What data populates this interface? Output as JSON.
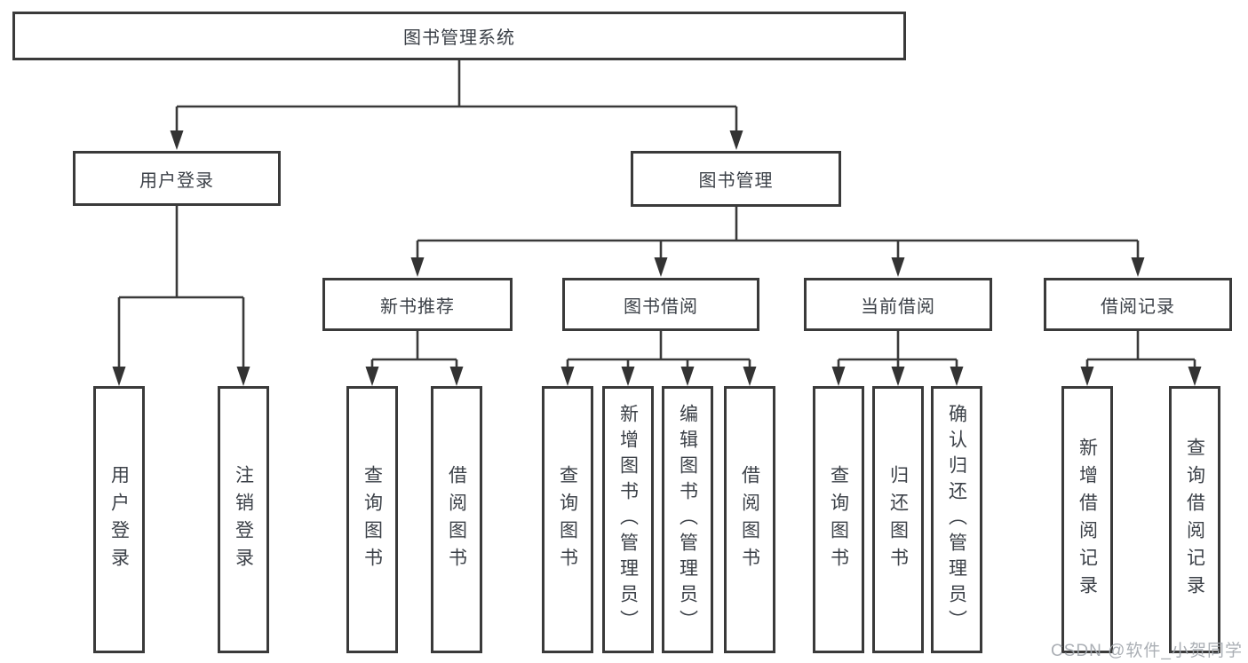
{
  "diagram": {
    "title": "图书管理系统",
    "root": {
      "label": "图书管理系统"
    },
    "branches": [
      {
        "label": "用户登录",
        "children": [
          {
            "label": "用户登录"
          },
          {
            "label": "注销登录"
          }
        ]
      },
      {
        "label": "图书管理",
        "children": [
          {
            "label": "新书推荐",
            "children": [
              {
                "label": "查询图书"
              },
              {
                "label": "借阅图书"
              }
            ]
          },
          {
            "label": "图书借阅",
            "children": [
              {
                "label": "查询图书"
              },
              {
                "label": "新增图书（管理员）"
              },
              {
                "label": "编辑图书（管理员）"
              },
              {
                "label": "借阅图书"
              }
            ]
          },
          {
            "label": "当前借阅",
            "children": [
              {
                "label": "查询图书"
              },
              {
                "label": "归还图书"
              },
              {
                "label": "确认归还（管理员）"
              }
            ]
          },
          {
            "label": "借阅记录",
            "children": [
              {
                "label": "新增借阅记录"
              },
              {
                "label": "查询借阅记录"
              }
            ]
          }
        ]
      }
    ]
  },
  "watermark": {
    "text": "CSDN @软件_小贺同学"
  },
  "colors": {
    "line": "#3a3a3a",
    "text": "#3c4148",
    "watermark": "#a2a7ad",
    "background": "#ffffff"
  }
}
